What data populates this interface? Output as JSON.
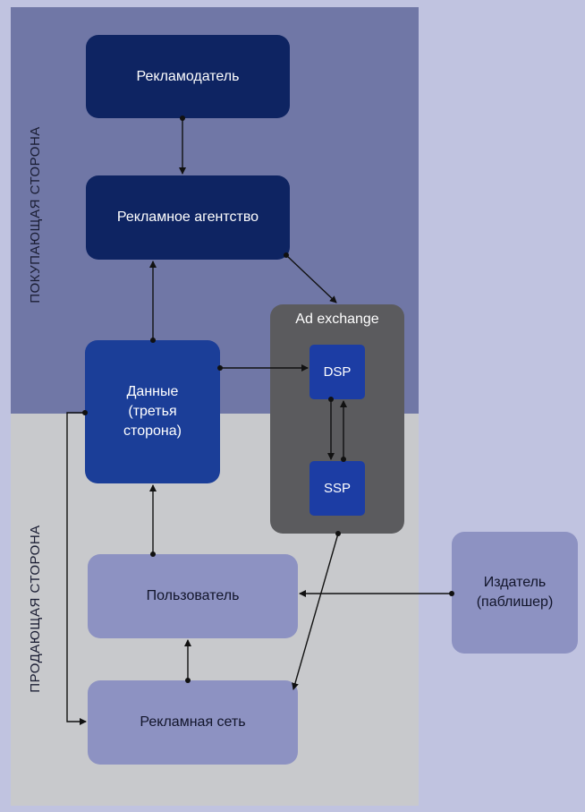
{
  "zones": {
    "buy_label": "ПОКУПАЮЩАЯ СТОРОНА",
    "sell_label": "ПРОДАЮЩАЯ СТОРОНА"
  },
  "nodes": {
    "advertiser": "Рекламодатель",
    "agency": "Рекламное агентство",
    "data": "Данные\n(третья\nсторона)",
    "exchange": "Ad exchange",
    "dsp": "DSP",
    "ssp": "SSP",
    "user": "Пользователь",
    "ad_network": "Рекламная сеть",
    "publisher": "Издатель\n(паблишер)"
  },
  "colors": {
    "buy_zone": "#7077a6",
    "sell_zone": "#c8c9cc",
    "dark_box": "#0e2462",
    "mid_box": "#1b3e98",
    "light_box": "#8d92c2",
    "exchange_box": "#5b5b5e"
  }
}
